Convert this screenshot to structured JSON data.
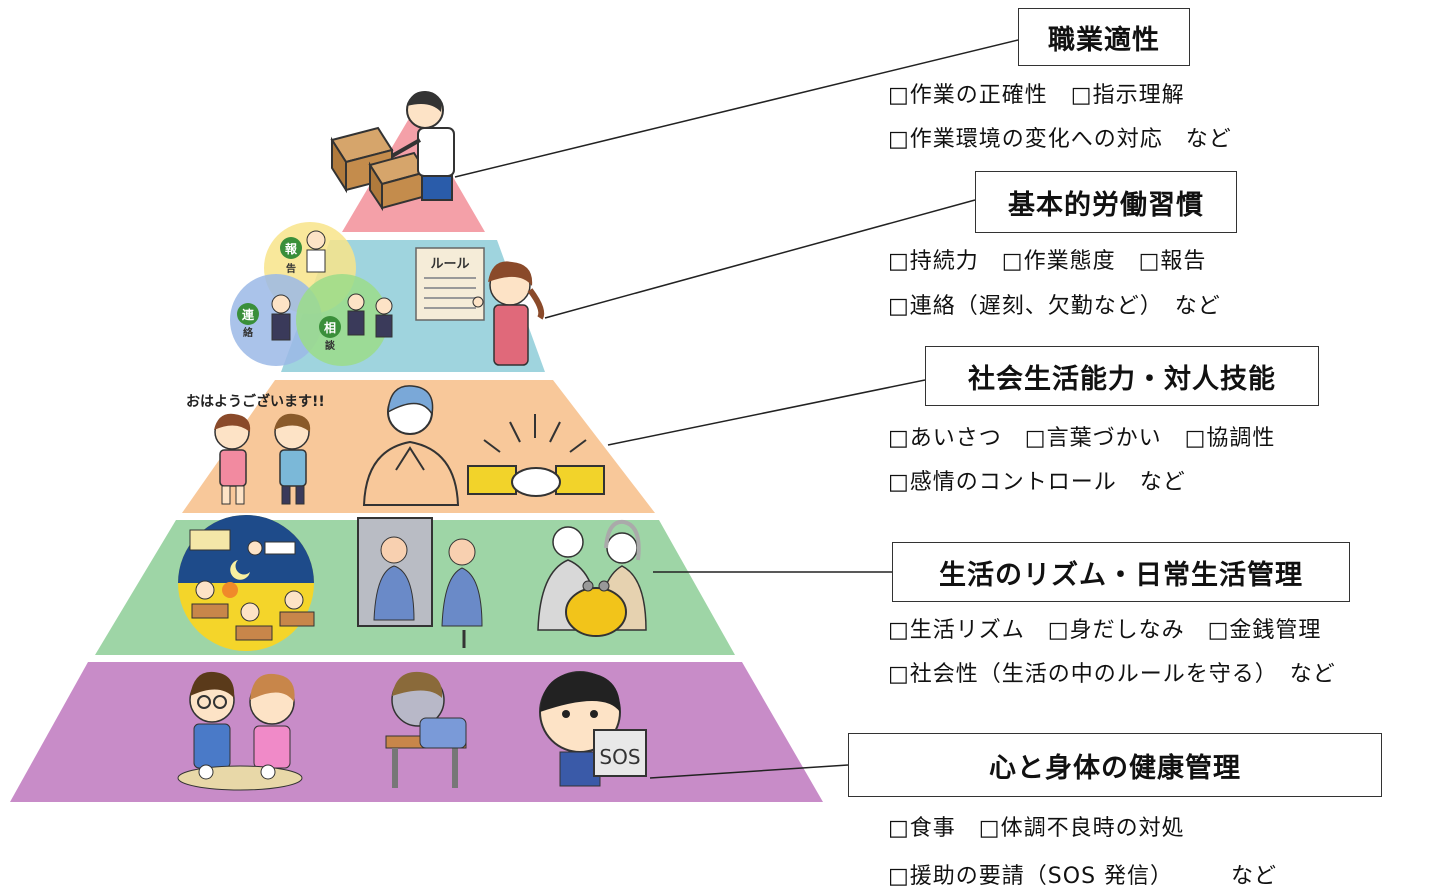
{
  "levels": [
    {
      "title": "職業適性",
      "items": [
        "□作業の正確性　□指示理解",
        "□作業環境の変化への対応　など"
      ],
      "color": "#f4a0a8"
    },
    {
      "title": "基本的労働習慣",
      "items": [
        "□持続力　□作業態度　□報告",
        "□連絡（遅刻、欠勤など）　など"
      ],
      "color": "#9fd4de",
      "illustration_text": {
        "report": [
          "報",
          "告"
        ],
        "contact": [
          "連",
          "絡"
        ],
        "consult": [
          "相",
          "談"
        ],
        "rules": "ルール"
      }
    },
    {
      "title": "社会生活能力・対人技能",
      "items": [
        "□あいさつ　□言葉づかい　□協調性",
        "□感情のコントロール　など"
      ],
      "color": "#f8c89a",
      "illustration_text": {
        "greeting": "おはようございます!!"
      }
    },
    {
      "title": "生活のリズム・日常生活管理",
      "items": [
        "□生活リズム　□身だしなみ　□金銭管理",
        "□社会性（生活の中のルールを守る）　など"
      ],
      "color": "#9ed5a6"
    },
    {
      "title": "心と身体の健康管理",
      "items": [
        "□食事　□体調不良時の対処",
        "□援助の要請（SOS 発信）　　　など"
      ],
      "color": "#c88cc8",
      "illustration_text": {
        "sign": "SOS"
      }
    }
  ]
}
